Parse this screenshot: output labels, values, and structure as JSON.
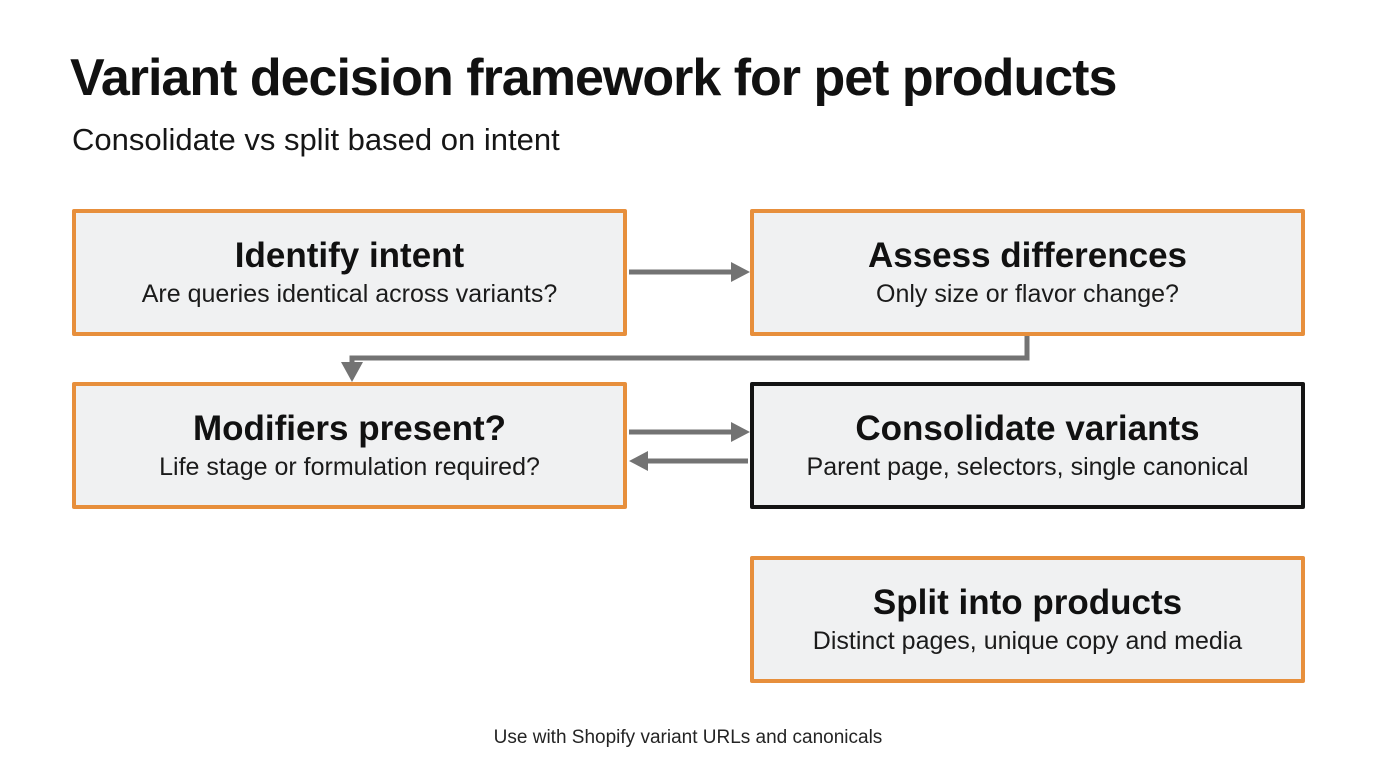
{
  "header": {
    "title": "Variant decision framework for pet products",
    "subtitle": "Consolidate vs split based on intent"
  },
  "boxes": [
    {
      "id": "identify-intent",
      "title": "Identify intent",
      "subtitle": "Are queries identical across variants?",
      "border": "orange"
    },
    {
      "id": "assess-differences",
      "title": "Assess differences",
      "subtitle": "Only size or flavor change?",
      "border": "orange"
    },
    {
      "id": "modifiers-present",
      "title": "Modifiers present?",
      "subtitle": "Life stage or formulation required?",
      "border": "orange"
    },
    {
      "id": "consolidate-variants",
      "title": "Consolidate variants",
      "subtitle": "Parent page, selectors, single canonical",
      "border": "black"
    },
    {
      "id": "split-into-products",
      "title": "Split into products",
      "subtitle": "Distinct pages, unique copy and media",
      "border": "orange"
    }
  ],
  "connectors": [
    {
      "id": "identify-to-assess",
      "from": "identify-intent",
      "to": "assess-differences",
      "direction": "right"
    },
    {
      "id": "assess-to-modifiers",
      "from": "assess-differences",
      "to": "modifiers-present",
      "direction": "down-left-elbow"
    },
    {
      "id": "modifiers-to-consolidate",
      "from": "modifiers-present",
      "to": "consolidate-variants",
      "direction": "right"
    },
    {
      "id": "consolidate-to-modifiers",
      "from": "consolidate-variants",
      "to": "modifiers-present",
      "direction": "left"
    }
  ],
  "footer": {
    "note": "Use with Shopify variant URLs and canonicals"
  },
  "colors": {
    "accent_orange": "#E78F3C",
    "outline_black": "#141414",
    "box_fill": "#F0F1F2",
    "arrow_gray": "#737373",
    "background": "#FFFFFF"
  }
}
